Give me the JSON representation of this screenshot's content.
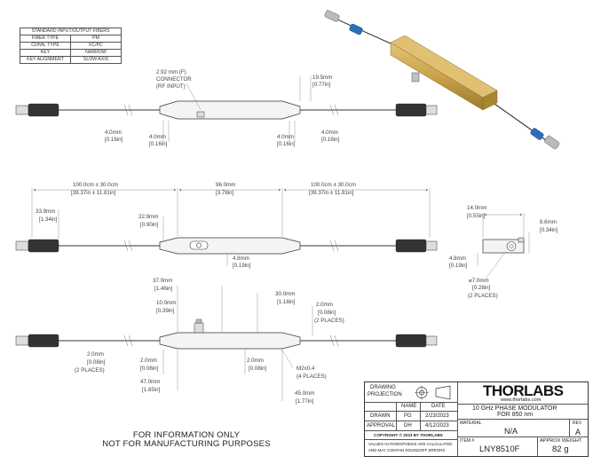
{
  "fiber_table": {
    "title": "STANDARD INPUT/OUTPUT FIBERS",
    "rows": [
      [
        "FIBER TYPE",
        "PM"
      ],
      [
        "CONN. TYPE",
        "FC/PC"
      ],
      [
        "KEY",
        "NARROW"
      ],
      [
        "KEY ALIGNMENT",
        "SLOW AXIS"
      ]
    ]
  },
  "view1": {
    "connector_note": [
      "2.92 mm (F)",
      "CONNECTOR",
      "(RF INPUT)"
    ],
    "dim_195": [
      "19.5mm",
      "[0.77in]"
    ],
    "dim_40": [
      "4.0mm",
      "[0.16in]"
    ]
  },
  "view2": {
    "dim_lead": [
      "100.0cm ± 30.0cm",
      "[39.37in ± 11.81in]"
    ],
    "dim_body": [
      "96.0mm",
      "[3.78in]"
    ],
    "dim_339": [
      "33.9mm",
      "[1.34in]"
    ],
    "dim_229": [
      "22.9mm",
      "[0.90in]"
    ],
    "dim_48": [
      "4.8mm",
      "[0.19in]"
    ]
  },
  "view3": {
    "dim_370": [
      "37.0mm",
      "[1.46in]"
    ],
    "dim_100": [
      "10.0mm",
      "[0.39in]"
    ],
    "dim_300": [
      "30.0mm",
      "[1.18in]"
    ],
    "dim_20a": [
      "2.0mm",
      "[0.08in]",
      "(2 PLACES)"
    ],
    "dim_20b": [
      "2.0mm",
      "[0.08in]",
      "(2 PLACES)"
    ],
    "dim_20c": [
      "2.0mm",
      "[0.08in]"
    ],
    "dim_20d": [
      "2.0mm",
      "[0.08in]"
    ],
    "dim_470": [
      "47.0mm",
      "[1.85in]"
    ],
    "dim_450": [
      "45.0mm",
      "[1.77in]"
    ],
    "thread": [
      "M2x0.4",
      "(4 PLACES)"
    ]
  },
  "end_view": {
    "dim_140": [
      "14.0mm",
      "[0.55in]"
    ],
    "dim_86": [
      "8.6mm",
      "[0.34in]"
    ],
    "dim_48": [
      "4.8mm",
      "[0.19in]"
    ],
    "dim_hole": [
      "⌀7.0mm",
      "[0.28in]",
      "(2 PLACES)"
    ]
  },
  "notice": [
    "FOR INFORMATION ONLY",
    "NOT FOR MANUFACTURING PURPOSES"
  ],
  "title_block": {
    "projection_label": [
      "DRAWING",
      "PROJECTION"
    ],
    "name_hdr": "NAME",
    "date_hdr": "DATE",
    "drawn_label": "DRAWN",
    "drawn_name": "PG",
    "drawn_date": "2/23/2023",
    "approval_label": "APPROVAL",
    "approval_name": "DH",
    "approval_date": "4/12/2023",
    "copyright": "COPYRIGHT © 2023 BY THORLABS",
    "logo": "THORLABS",
    "website": "www.thorlabs.com",
    "title": [
      "10 GHz PHASE MODULATOR",
      "FOR 850 nm"
    ],
    "material_label": "MATERIAL",
    "material_value": "N/A",
    "rev_label": "REV",
    "rev_value": "A",
    "item_label": "ITEM #",
    "item_value": "LNY8510F",
    "weight_label": "APPROX WEIGHT",
    "weight_value": "82 g",
    "disclaimer": [
      "VALUES IN PARENTHESIS ARE CALCULATED",
      "AND MAY CONTAIN ROUNDOFF ERRORS"
    ]
  },
  "colors": {
    "housing_gold": "#c9a24a",
    "connector_blue": "#2c6fb7",
    "line": "#333333"
  }
}
